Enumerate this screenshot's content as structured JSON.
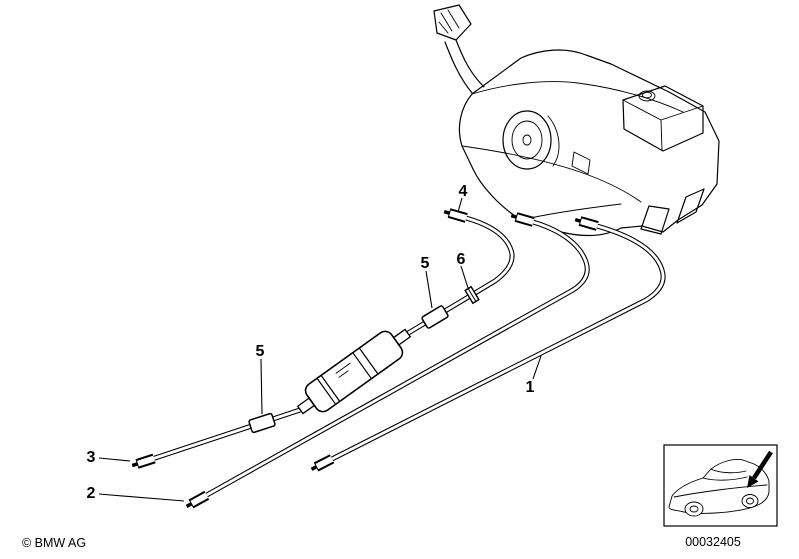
{
  "colors": {
    "ink": "#000000",
    "background": "#ffffff"
  },
  "diagram": {
    "description": "Fuel pipes with fuel filter and fuel tank line drawing",
    "callouts": [
      {
        "id": "4",
        "label": "4"
      },
      {
        "id": "5-upper",
        "label": "5"
      },
      {
        "id": "6",
        "label": "6"
      },
      {
        "id": "5-lower",
        "label": "5"
      },
      {
        "id": "1",
        "label": "1"
      },
      {
        "id": "3",
        "label": "3"
      },
      {
        "id": "2",
        "label": "2"
      }
    ],
    "icons": [
      {
        "name": "car-icon"
      },
      {
        "name": "location-arrow-icon"
      }
    ]
  },
  "footer": {
    "copyright": "© BMW AG",
    "document_number": "00032405"
  }
}
